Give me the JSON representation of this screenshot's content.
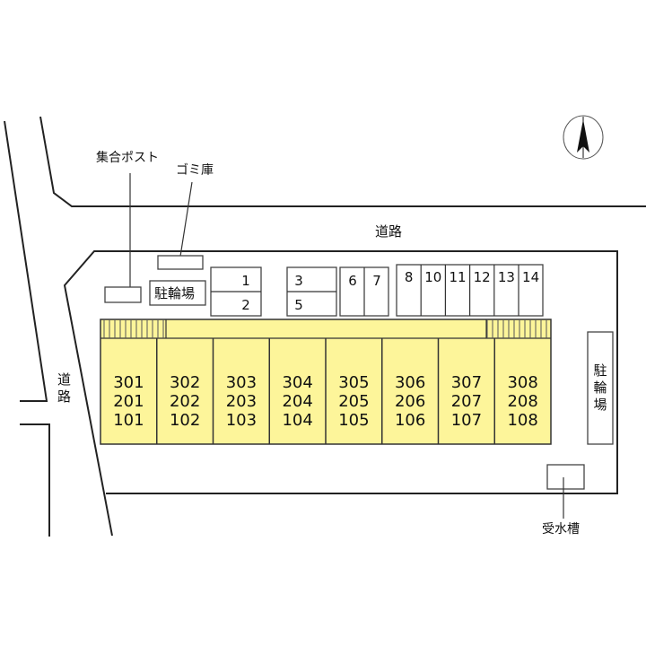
{
  "labels": {
    "road_top": "道路",
    "road_left": "道路",
    "mailbox": "集合ポスト",
    "garbage": "ゴミ庫",
    "bike_parking_left": "駐輪場",
    "bike_parking_right": "駐輪場",
    "water_tank": "受水槽"
  },
  "parking": [
    "1",
    "2",
    "3",
    "5",
    "6",
    "7",
    "8",
    "10",
    "11",
    "12",
    "13",
    "14"
  ],
  "units": [
    {
      "top": "301",
      "mid": "201",
      "bottom": "101"
    },
    {
      "top": "302",
      "mid": "202",
      "bottom": "102"
    },
    {
      "top": "303",
      "mid": "203",
      "bottom": "103"
    },
    {
      "top": "304",
      "mid": "204",
      "bottom": "104"
    },
    {
      "top": "305",
      "mid": "205",
      "bottom": "105"
    },
    {
      "top": "306",
      "mid": "206",
      "bottom": "106"
    },
    {
      "top": "307",
      "mid": "207",
      "bottom": "107"
    },
    {
      "top": "308",
      "mid": "208",
      "bottom": "108"
    }
  ],
  "colors": {
    "building": "#fdf59a",
    "line": "#222222"
  }
}
